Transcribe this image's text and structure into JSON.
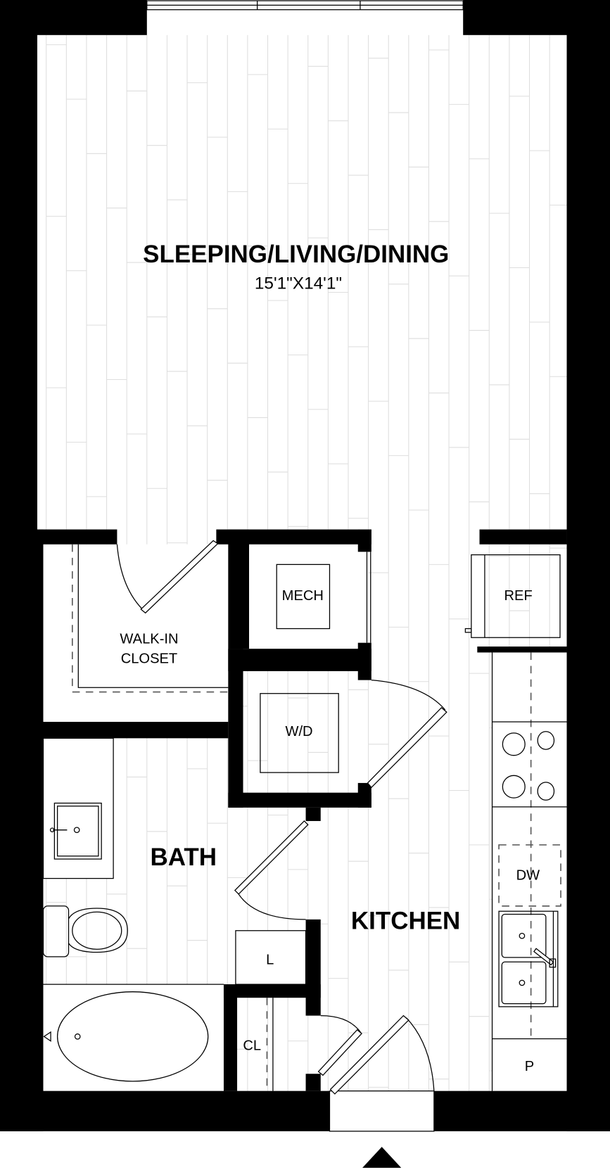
{
  "rooms": {
    "living": {
      "name": "SLEEPING/LIVING/DINING",
      "dimensions": "15'1\"X14'1\""
    },
    "closet": {
      "line1": "WALK-IN",
      "line2": "CLOSET"
    },
    "mech": "MECH",
    "wd": "W/D",
    "ref": "REF",
    "bath": "BATH",
    "kitchen": "KITCHEN",
    "linen": "L",
    "coat_closet": "CL",
    "dishwasher": "DW",
    "pantry": "P"
  },
  "colors": {
    "wall": "#000000",
    "floor_plank": "#dedede",
    "background": "#ffffff"
  },
  "icons": [
    "north-arrow-icon",
    "sink-icon",
    "toilet-icon",
    "bathtub-icon",
    "cooktop-icon",
    "kitchen-sink-icon",
    "refrigerator-icon"
  ]
}
